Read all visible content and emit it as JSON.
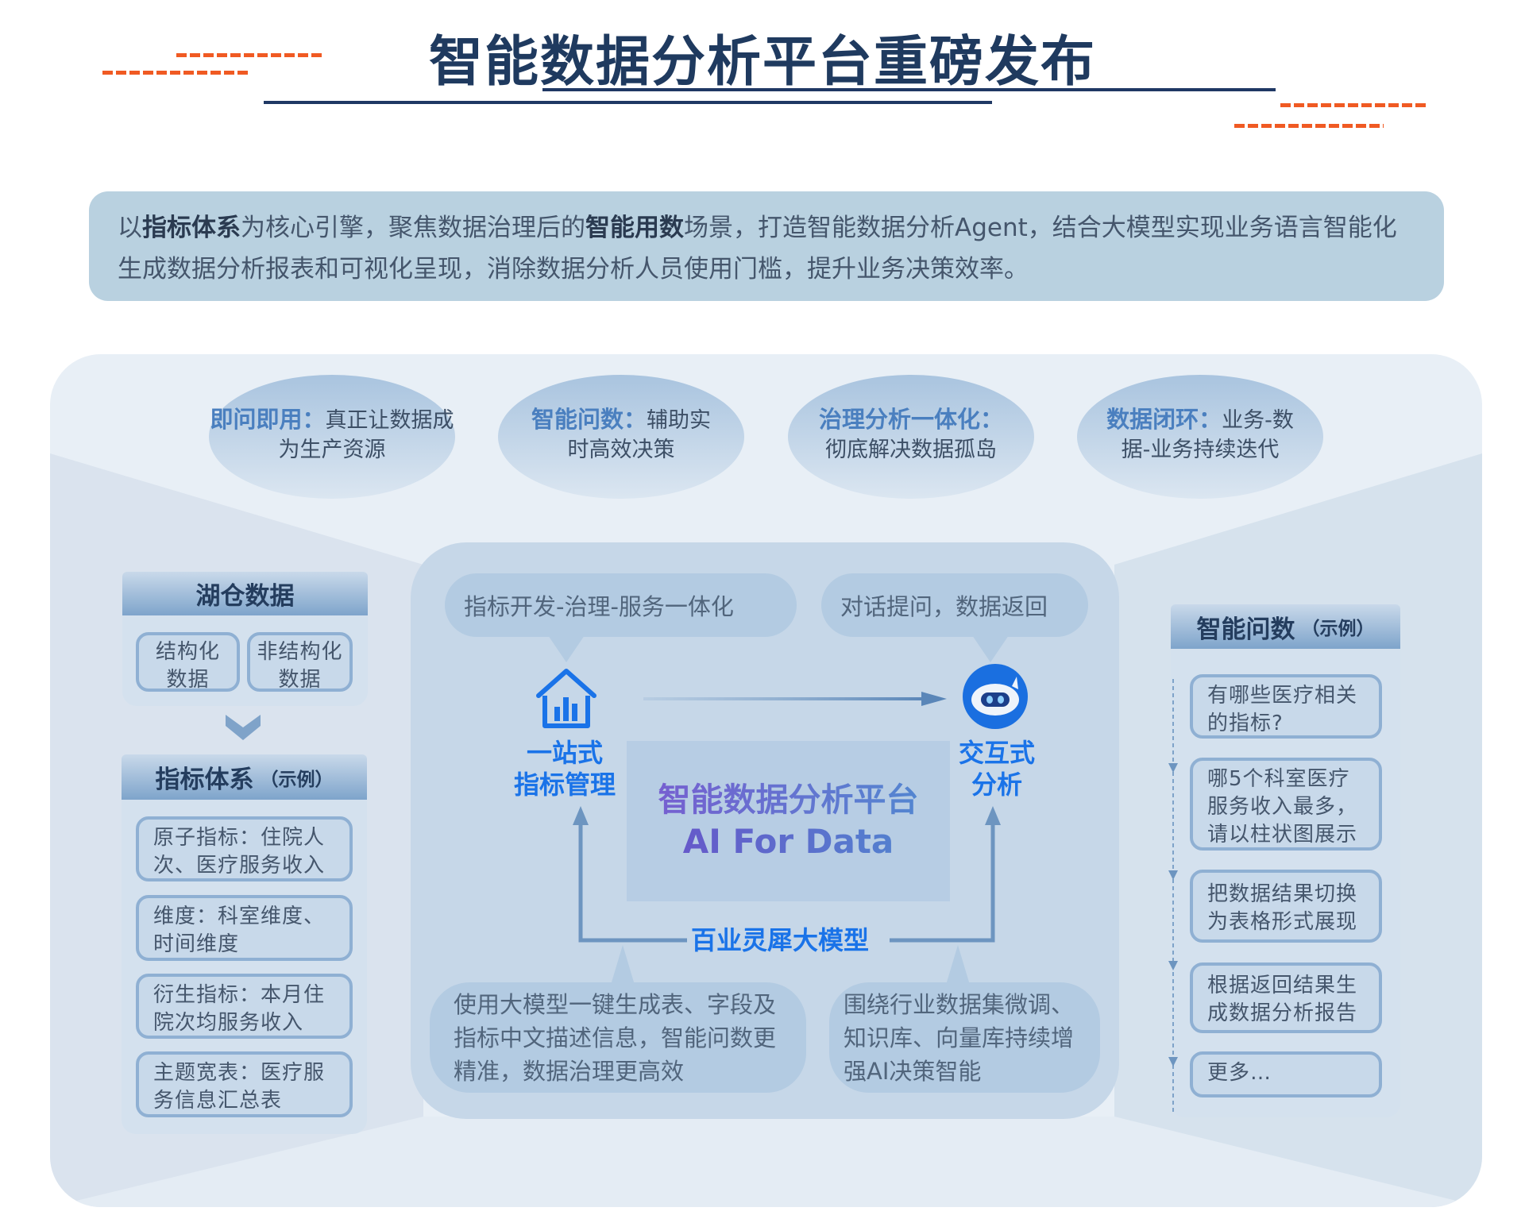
{
  "title": "智能数据分析平台重磅发布",
  "intro": {
    "p1": "以",
    "b1": "指标体系",
    "p2": "为核心引擎，聚焦数据治理后的",
    "b2": "智能用数",
    "p3": "场景，打造智能数据分析Agent，结合大模型实现业务语言智能化生成数据分析报表和可视化呈现，消除数据分析人员使用门槛，提升业务决策效率。"
  },
  "features": [
    {
      "title": "即问即用：",
      "text": "真正让数据成为生产资源"
    },
    {
      "title": "智能问数：",
      "text": "辅助实时高效决策"
    },
    {
      "title": "治理分析一体化：",
      "text": "彻底解决数据孤岛"
    },
    {
      "title": "数据闭环：",
      "text": "业务-数据-业务持续迭代"
    }
  ],
  "lake": {
    "header": "湖仓数据",
    "items": [
      "结构化数据",
      "非结构化数据"
    ]
  },
  "metrics": {
    "header": "指标体系",
    "note": "（示例）",
    "items": [
      "原子指标：住院人次、医疗服务收入",
      "维度：科室维度、时间维度",
      "衍生指标：本月住院次均服务收入",
      "主题宽表：医疗服务信息汇总表"
    ]
  },
  "center": {
    "bubble_left": "指标开发-治理-服务一体化",
    "bubble_right": "对话提问，数据返回",
    "left_label_1": "一站式",
    "left_label_2": "指标管理",
    "right_label_1": "交互式",
    "right_label_2": "分析",
    "platform_cn": "智能数据分析平台",
    "platform_en": "AI For Data",
    "model": "百业灵犀大模型",
    "bottom_left": "使用大模型一键生成表、字段及指标中文描述信息，智能问数更精准，数据治理更高效",
    "bottom_right": "围绕行业数据集微调、知识库、向量库持续增强AI决策智能"
  },
  "ask": {
    "header": "智能问数",
    "note": "（示例）",
    "items": [
      "有哪些医疗相关的指标?",
      "哪5个科室医疗服务收入最多，请以柱状图展示",
      "把数据结果切换为表格形式展现",
      "根据返回结果生成数据分析报告",
      "更多…"
    ]
  },
  "colors": {
    "accent_orange": "#f05a23",
    "navy": "#1f3864",
    "blue": "#1a73e8"
  }
}
